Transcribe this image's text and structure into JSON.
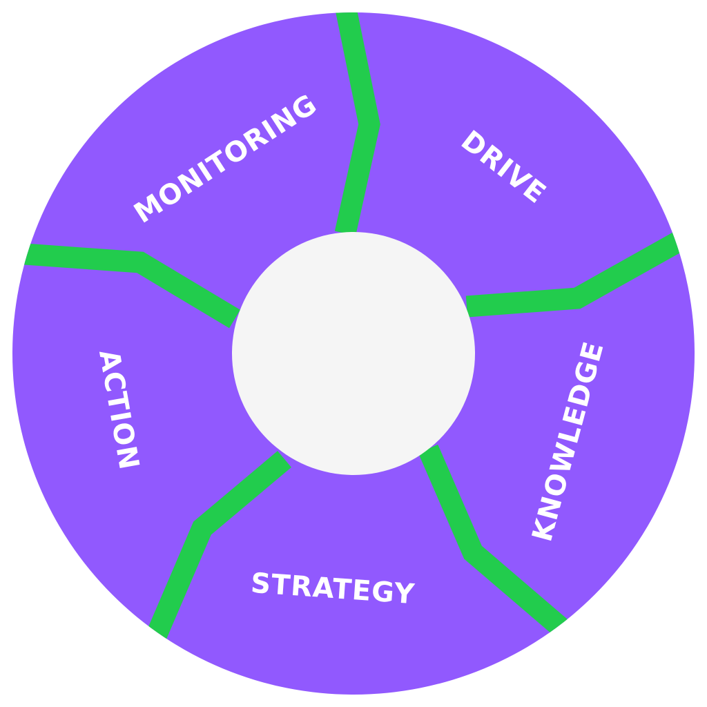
{
  "colors": {
    "ring": "#9159FE",
    "divider": "#22CC4D",
    "hub": "#F5F5F5",
    "label": "#FFFFFF"
  },
  "segments": [
    {
      "id": "drive",
      "label": "DRIVE"
    },
    {
      "id": "knowledge",
      "label": "KNOWLEDGE"
    },
    {
      "id": "strategy",
      "label": "STRATEGY"
    },
    {
      "id": "action",
      "label": "ACTION"
    },
    {
      "id": "monitoring",
      "label": "MONITORING"
    }
  ]
}
